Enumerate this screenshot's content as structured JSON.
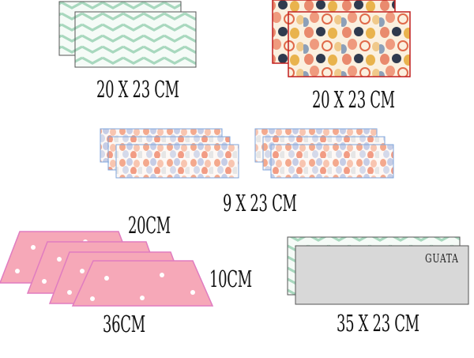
{
  "labels": {
    "green_pieces": "20 x 23 cm",
    "dots_pieces": "20 x 23 cm",
    "petal_strips": "9 x 23 cm",
    "trap_top": "20cm",
    "trap_side": "10cm",
    "trap_bottom": "36cm",
    "batting_size": "35 x 23 cm",
    "batting_tag": "GUATA"
  },
  "colors": {
    "chevron_bg": "#f5fbf7",
    "chevron_line": "#a8d8be",
    "dots_bg": "#fbf0df",
    "dots_border": "#c11f1f",
    "petal_border": "#7fa6dc",
    "trap_fill": "#f6a8b8",
    "trap_stroke": "#e07cc0",
    "batting_fill": "#d8d8d8",
    "outline": "#555555"
  }
}
